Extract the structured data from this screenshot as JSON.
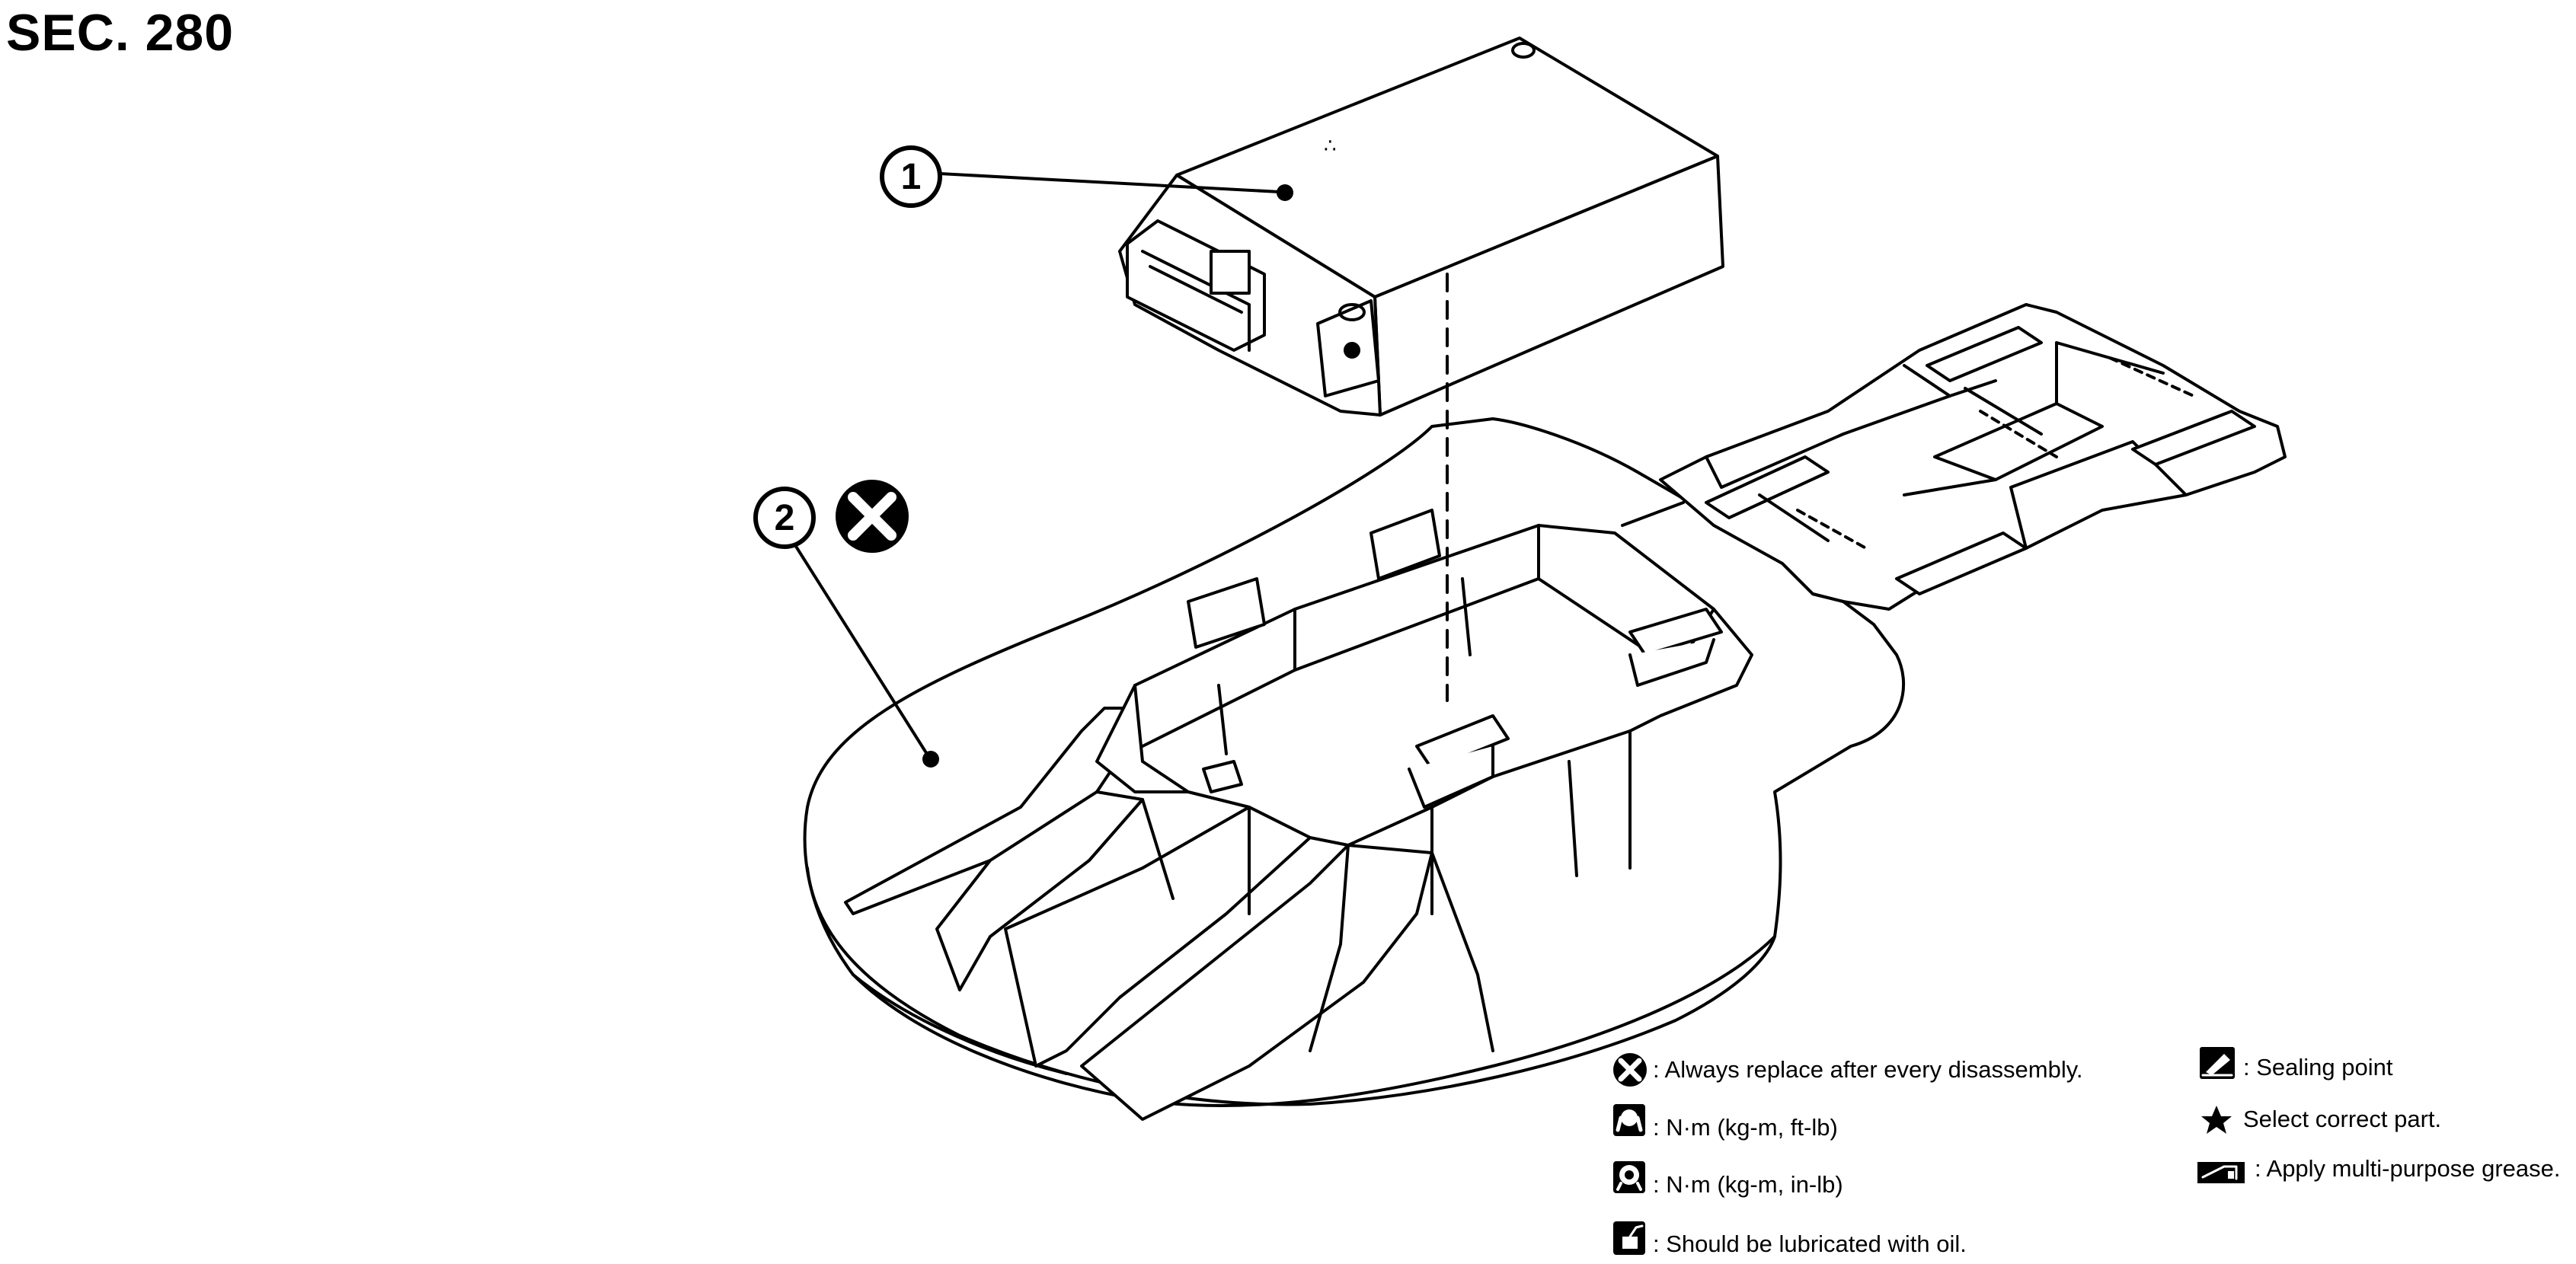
{
  "header": {
    "section": "SEC. 280"
  },
  "callouts": [
    {
      "number": "1",
      "symbol": ""
    },
    {
      "number": "2",
      "symbol": "always-replace-icon"
    }
  ],
  "legend": {
    "left": [
      {
        "icon": "always-replace-icon",
        "text": ": Always replace after every disassembly."
      },
      {
        "icon": "torque-ft-lb-icon",
        "text": ": N·m (kg-m, ft-lb)"
      },
      {
        "icon": "torque-in-lb-icon",
        "text": ": N·m (kg-m, in-lb)"
      },
      {
        "icon": "oil-can-icon",
        "text": ": Should be lubricated with oil."
      }
    ],
    "right": [
      {
        "icon": "sealing-point-icon",
        "text": ": Sealing point"
      },
      {
        "icon": "star-icon",
        "text": "Select correct part."
      },
      {
        "icon": "grease-icon",
        "text": ": Apply multi-purpose grease."
      }
    ]
  }
}
